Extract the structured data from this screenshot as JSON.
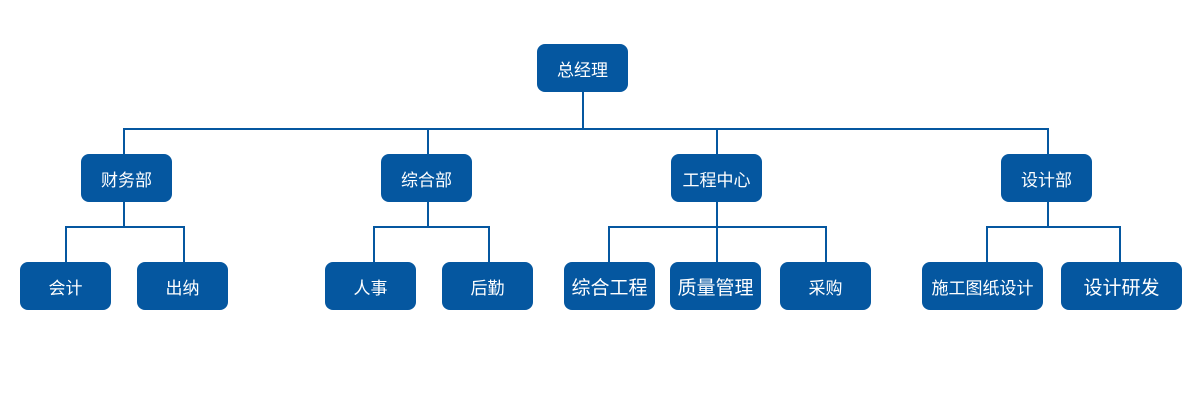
{
  "colors": {
    "node": "#0557a0",
    "line": "#0557a0",
    "text": "#ffffff"
  },
  "nodes": {
    "ceo": "总经理",
    "finance": "财务部",
    "general": "综合部",
    "engineering": "工程中心",
    "design": "设计部",
    "accounting": "会计",
    "cashier": "出纳",
    "hr": "人事",
    "logistics": "后勤",
    "general_engineering": "综合工程",
    "quality": "质量管理",
    "purchasing": "采购",
    "construction_drawing": "施工图纸设计",
    "design_rd": "设计研发"
  }
}
